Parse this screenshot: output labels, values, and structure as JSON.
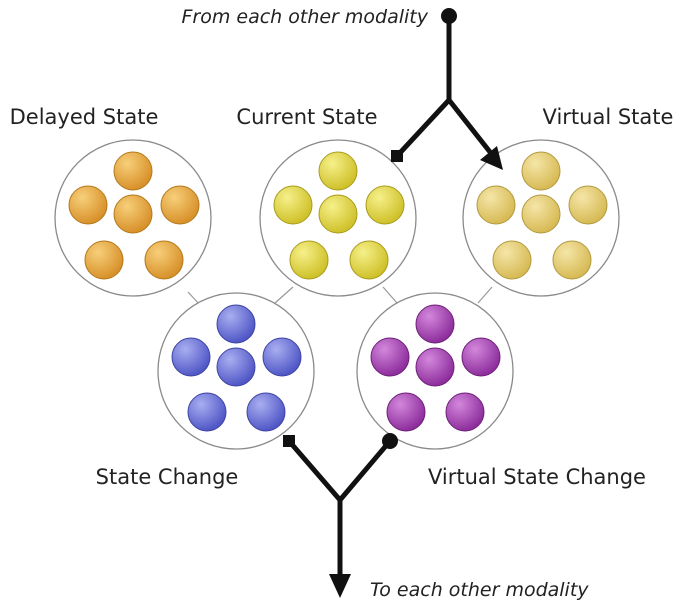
{
  "labels": {
    "top_source": "From each other modality",
    "bottom_sink": "To each other modality",
    "delayed_state": "Delayed State",
    "current_state": "Current State",
    "virtual_state": "Virtual State",
    "state_change": "State Change",
    "virtual_state_change": "Virtual State Change"
  },
  "pools": [
    {
      "id": "delayed-state",
      "color": "#e3a43b"
    },
    {
      "id": "current-state",
      "color": "#e6dc3e"
    },
    {
      "id": "virtual-state",
      "color": "#e8cf6f"
    },
    {
      "id": "state-change",
      "color": "#6f76d8"
    },
    {
      "id": "virtual-state-change",
      "color": "#a947b5"
    }
  ],
  "colors": {
    "line": "#111111",
    "pool_outline": "#8a8a8a",
    "text": "#222222"
  }
}
